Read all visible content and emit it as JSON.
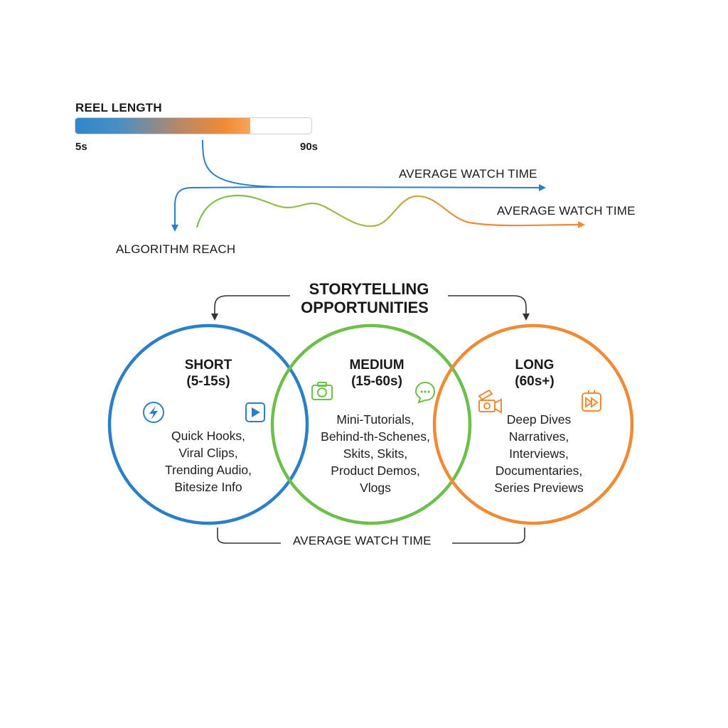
{
  "slider": {
    "title": "REEL LENGTH",
    "min_label": "5s",
    "max_label": "90s",
    "fill_fraction": 0.74
  },
  "flows": {
    "watch_time_top": "AVERAGE WATCH TIME",
    "watch_time_right": "AVERAGE WATCH TIME",
    "algorithm_reach": "ALGORITHM REACH"
  },
  "section": {
    "title_line1": "STORYTELLING",
    "title_line2": "OPPORTUNITIES",
    "bottom_label": "AVERAGE WATCH TIME"
  },
  "circles": [
    {
      "title": "SHORT",
      "subtitle": "(5-15s)",
      "items": [
        "Quick Hooks,",
        "Viral Clips,",
        "Trending Audio,",
        "Bitesize Info"
      ],
      "color": "#2b7fc9",
      "icons": [
        "lightning-icon",
        "play-icon"
      ]
    },
    {
      "title": "MEDIUM",
      "subtitle": "(15-60s)",
      "items": [
        "Mini-Tutorials,",
        "Behind-th-Schenes,",
        "Skits, Skits,",
        "Product Demos,",
        "Vlogs"
      ],
      "color": "#6cbf4a",
      "icons": [
        "camera-icon",
        "chat-bubble-icon"
      ]
    },
    {
      "title": "LONG",
      "subtitle": "(60s+)",
      "items": [
        "Deep Dives",
        "Narratives,",
        "Interviews,",
        "Documentaries,",
        "Series Previews"
      ],
      "color": "#f08a35",
      "icons": [
        "video-camera-icon",
        "fast-forward-icon"
      ]
    }
  ]
}
